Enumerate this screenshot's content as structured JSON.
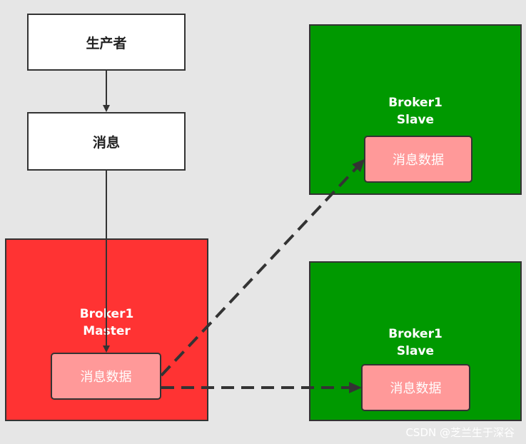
{
  "producer": {
    "label": "生产者"
  },
  "message": {
    "label": "消息"
  },
  "master": {
    "name": "Broker1",
    "role": "Master",
    "data_label": "消息数据"
  },
  "slaves": [
    {
      "name": "Broker1",
      "role": "Slave",
      "data_label": "消息数据"
    },
    {
      "name": "Broker1",
      "role": "Slave",
      "data_label": "消息数据"
    }
  ],
  "watermark": "CSDN @芝兰生于深谷",
  "colors": {
    "background": "#e6e6e6",
    "master": "#ff3333",
    "slave": "#009900",
    "data": "#ff9999",
    "line": "#333333"
  }
}
